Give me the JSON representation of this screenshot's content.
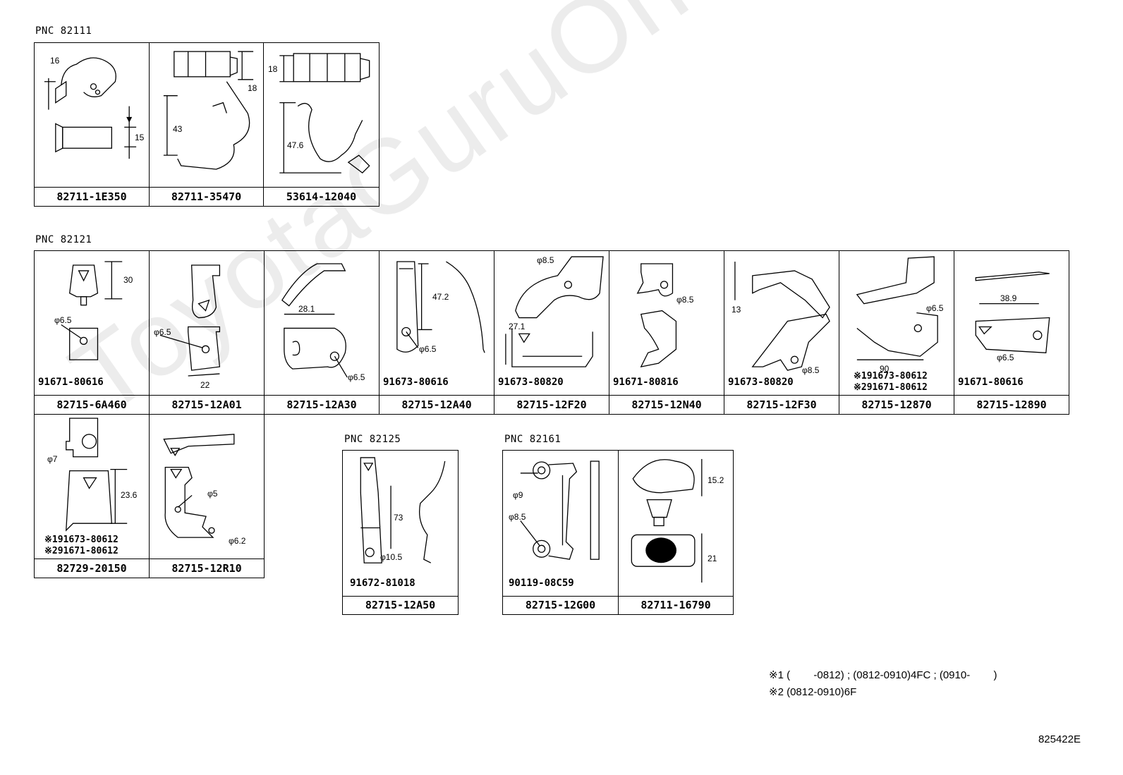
{
  "watermark": "ToyotaGuruOnline.ru",
  "diagram_code": "825422E",
  "groups": [
    {
      "pnc": "PNC 82111",
      "cells": [
        {
          "part": "82711-1E350",
          "dims": [
            "16",
            "15"
          ],
          "bolt": ""
        },
        {
          "part": "82711-35470",
          "dims": [
            "18",
            "43"
          ],
          "bolt": ""
        },
        {
          "part": "53614-12040",
          "dims": [
            "18",
            "47.6"
          ],
          "bolt": ""
        }
      ]
    },
    {
      "pnc": "PNC 82121",
      "cells": [
        {
          "part": "82715-6A460",
          "dims": [
            "30",
            "φ6.5"
          ],
          "bolt": "91671-80616"
        },
        {
          "part": "82715-12A01",
          "dims": [
            "φ6.5",
            "22"
          ],
          "bolt": ""
        },
        {
          "part": "82715-12A30",
          "dims": [
            "28.1",
            "φ6.5"
          ],
          "bolt": ""
        },
        {
          "part": "82715-12A40",
          "dims": [
            "47.2",
            "φ6.5"
          ],
          "bolt": "91673-80616"
        },
        {
          "part": "82715-12F20",
          "dims": [
            "φ8.5",
            "27.1"
          ],
          "bolt": "91673-80820"
        },
        {
          "part": "82715-12N40",
          "dims": [
            "φ8.5"
          ],
          "bolt": "91671-80816"
        },
        {
          "part": "82715-12F30",
          "dims": [
            "13",
            "φ8.5"
          ],
          "bolt": "91673-80820"
        },
        {
          "part": "82715-12870",
          "dims": [
            "φ6.5",
            "90"
          ],
          "bolt": "※191673-80612",
          "bolt2": "※291671-80612"
        },
        {
          "part": "82715-12890",
          "dims": [
            "38.9",
            "φ6.5"
          ],
          "bolt": "91671-80616"
        },
        {
          "part": "82729-20150",
          "dims": [
            "φ7",
            "23.6"
          ],
          "bolt": "※191673-80612",
          "bolt2": "※291671-80612"
        },
        {
          "part": "82715-12R10",
          "dims": [
            "φ5",
            "φ6.2"
          ],
          "bolt": ""
        }
      ]
    },
    {
      "pnc": "PNC 82125",
      "cells": [
        {
          "part": "82715-12A50",
          "dims": [
            "73",
            "φ10.5"
          ],
          "bolt": "91672-81018"
        }
      ]
    },
    {
      "pnc": "PNC 82161",
      "cells": [
        {
          "part": "82715-12G00",
          "dims": [
            "φ9",
            "φ8.5"
          ],
          "bolt": "90119-08C59"
        },
        {
          "part": "82711-16790",
          "dims": [
            "15.2",
            "21"
          ],
          "bolt": ""
        }
      ]
    }
  ],
  "notes": [
    "※1 (        -0812) ; (0812-0910)4FC ; (0910-        )",
    "※2 (0812-0910)6F"
  ]
}
